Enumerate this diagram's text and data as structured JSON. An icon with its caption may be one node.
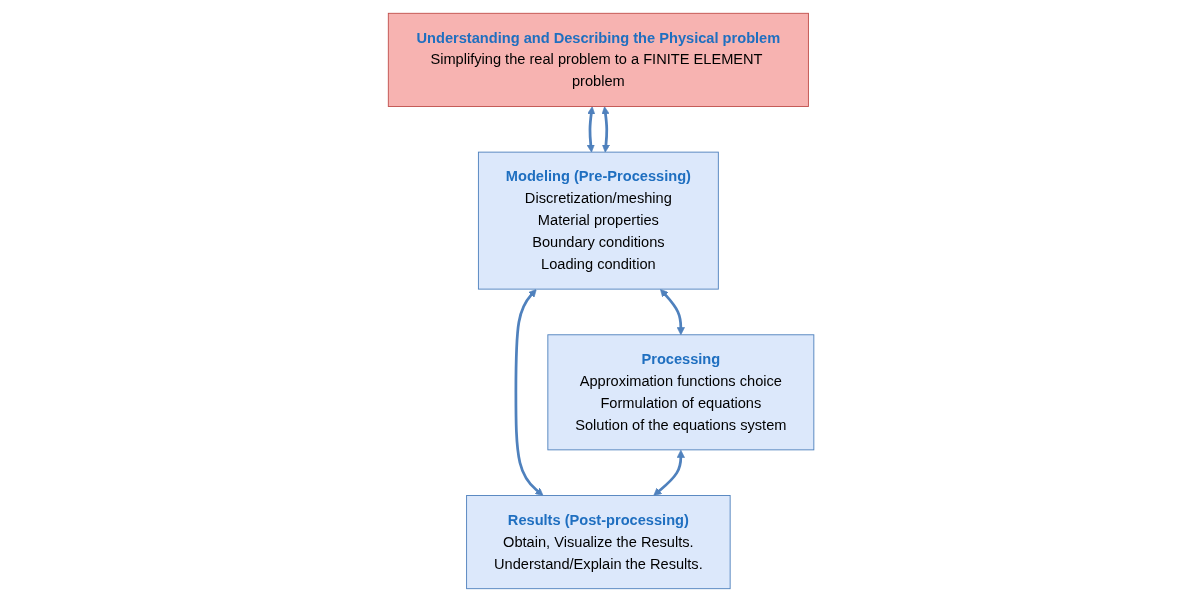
{
  "diagram": {
    "nodes": [
      {
        "text": [
          "Understanding and Describing the Physical problem",
          "Simplifying the real problem to a FINITE ELEMENT problem"
        ]
      },
      {
        "text": [
          "Modeling (Pre-Processing)",
          "Discretization/meshing",
          "Material properties",
          "Boundary conditions",
          "Loading condition"
        ]
      },
      {
        "text": [
          "Processing",
          "Approximation functions choice",
          "Formulation of equations",
          "Solution of the equations system"
        ]
      },
      {
        "text": [
          "Results (Post-processing)",
          "Obtain, Visualize the Results.",
          "Understand/Explain the Results."
        ]
      }
    ],
    "edges": [
      {
        "from": 0,
        "to": 1,
        "arrow": "both"
      },
      {
        "from": 0,
        "to": 1,
        "arrow": "both"
      },
      {
        "from": 1,
        "to": 2,
        "arrow": "both"
      },
      {
        "from": 1,
        "to": 3,
        "arrow": "both"
      },
      {
        "from": 2,
        "to": 3,
        "arrow": "both"
      }
    ]
  }
}
